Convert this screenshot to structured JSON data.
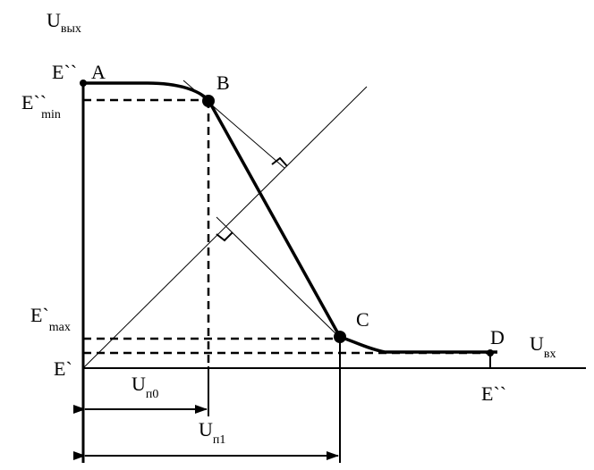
{
  "labels": {
    "y_axis": {
      "main": "U",
      "sub": "вых"
    },
    "x_axis": {
      "main": "U",
      "sub": "вх"
    },
    "point_a": "A",
    "point_b": "B",
    "point_c": "C",
    "point_d": "D",
    "e_high": "E``",
    "e_high_min": {
      "main": "E``",
      "sub": "min"
    },
    "e_low_max": {
      "main": "E`",
      "sub": "max"
    },
    "e_low": "E`",
    "e_high_x": "E``",
    "u_p0": {
      "main": "U",
      "sub": "п0"
    },
    "u_p1": {
      "main": "U",
      "sub": "п1"
    }
  }
}
